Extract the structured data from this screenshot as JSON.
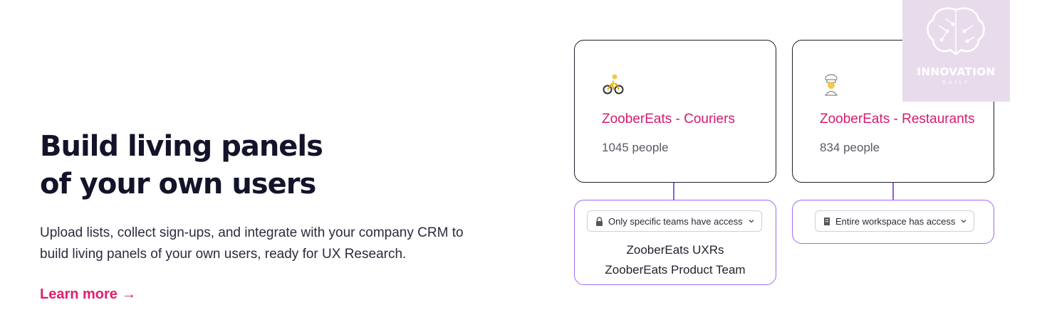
{
  "hero": {
    "title_line1": "Build living panels",
    "title_line2": "of your own users",
    "description_line1": "Upload lists, collect sign-ups, and integrate with your company CRM to",
    "description_line2": "build living panels of your own users, ready for UX Research.",
    "learn_more_label": "Learn more",
    "learn_more_arrow": "→"
  },
  "panels": [
    {
      "avatar_icon": "cyclist-icon",
      "name": "ZooberEats - Couriers",
      "count": "1045 people",
      "access": {
        "icon": "lock-icon",
        "label": "Only specific teams have access",
        "teams": [
          "ZooberEats UXRs",
          "ZooberEats Product Team"
        ]
      }
    },
    {
      "avatar_icon": "chef-icon",
      "name": "ZooberEats - Restaurants",
      "count": "834 people",
      "access": {
        "icon": "building-icon",
        "label": "Entire workspace has access"
      }
    }
  ],
  "watermark": {
    "title": "INNOVATION",
    "subtitle": "DAILY"
  },
  "colors": {
    "accent_pink": "#d41d6d",
    "link_pink": "#e01e6b",
    "connector_purple": "#8f5ce8",
    "heading": "#13132a"
  }
}
